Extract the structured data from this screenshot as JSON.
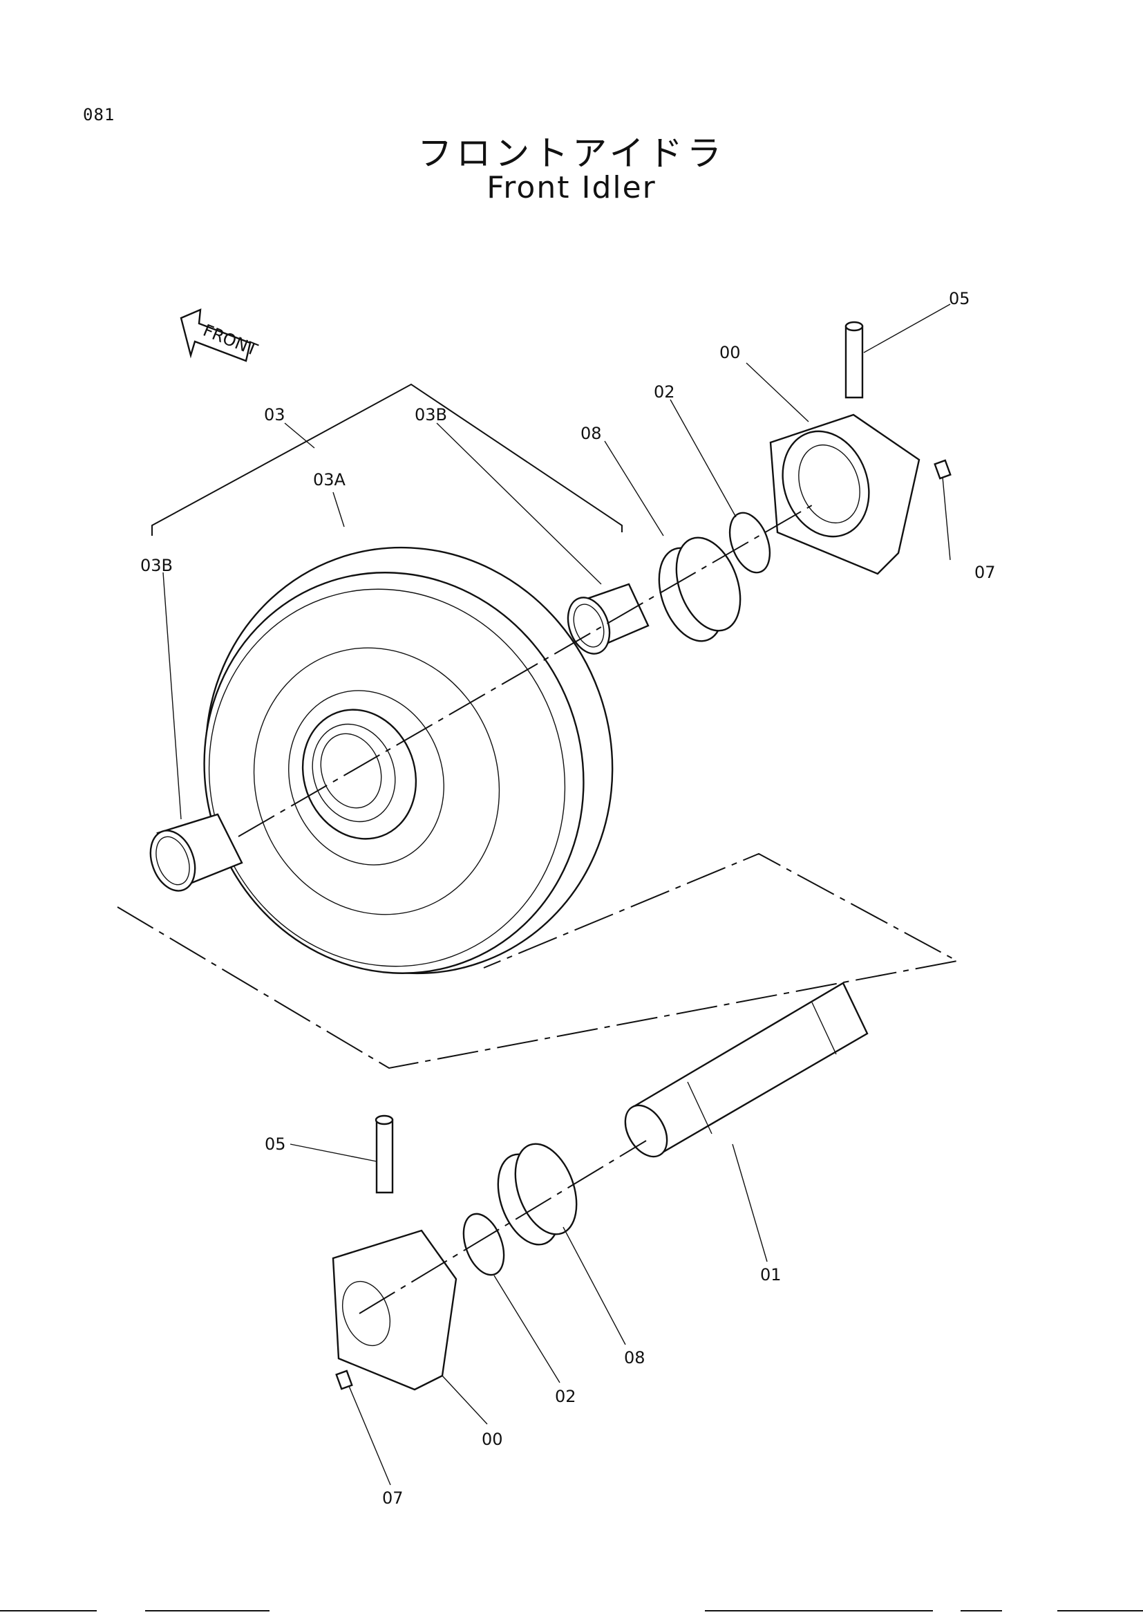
{
  "header": {
    "page_number": "081",
    "title_jp": "フロントアイドラ",
    "title_en": "Front Idler"
  },
  "direction_arrow": {
    "label": "FRONT"
  },
  "callouts": {
    "c05_top": "05",
    "c00_top": "00",
    "c02_top": "02",
    "c08_top": "08",
    "c03": "03",
    "c03b_top": "03B",
    "c03a": "03A",
    "c03b_left": "03B",
    "c07_right": "07",
    "c05_bottom": "05",
    "c01": "01",
    "c08_bottom": "08",
    "c02_bottom": "02",
    "c00_bottom": "00",
    "c07_bottom": "07"
  }
}
